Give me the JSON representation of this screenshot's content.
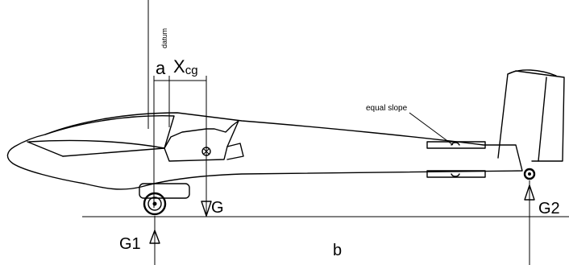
{
  "labels": {
    "datum": "datum",
    "a": "a",
    "xcg_main": "X",
    "xcg_sub": "cg",
    "equal_slope": "equal slope",
    "g": "G",
    "g1": "G1",
    "g2": "G2",
    "b": "b"
  },
  "colors": {
    "ink": "#000000",
    "background": "#ffffff"
  },
  "icons": {
    "cg_marker": "circle-cross-icon",
    "main_wheel": "wheel-icon",
    "tail_wheel": "wheel-icon"
  }
}
